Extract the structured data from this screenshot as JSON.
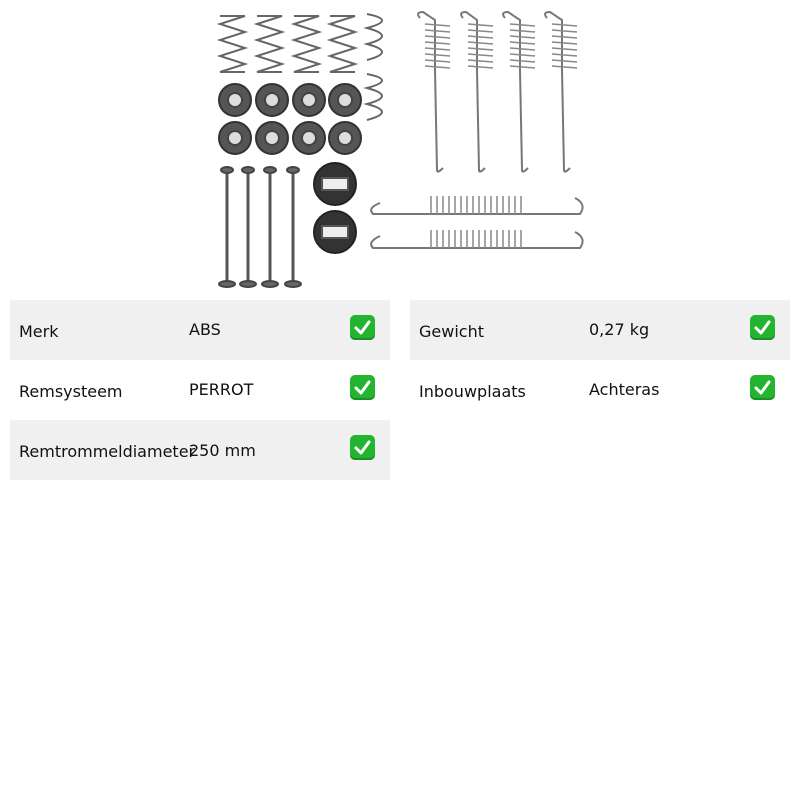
{
  "product": {
    "image_icon": "brake-shoe-fitting-kit-image"
  },
  "specs_left": [
    {
      "label": "Merk",
      "value": "ABS"
    },
    {
      "label": "Remsysteem",
      "value": "PERROT"
    },
    {
      "label": "Remtrommeldiameter",
      "value": "250 mm"
    }
  ],
  "specs_right": [
    {
      "label": "Gewicht",
      "value": "0,27 kg"
    },
    {
      "label": "Inbouwplaats",
      "value": "Achteras"
    }
  ],
  "icons": {
    "check": "check-mark-button-icon"
  },
  "colors": {
    "row_shade": "#f0f0f0",
    "check_green": "#23b530"
  }
}
